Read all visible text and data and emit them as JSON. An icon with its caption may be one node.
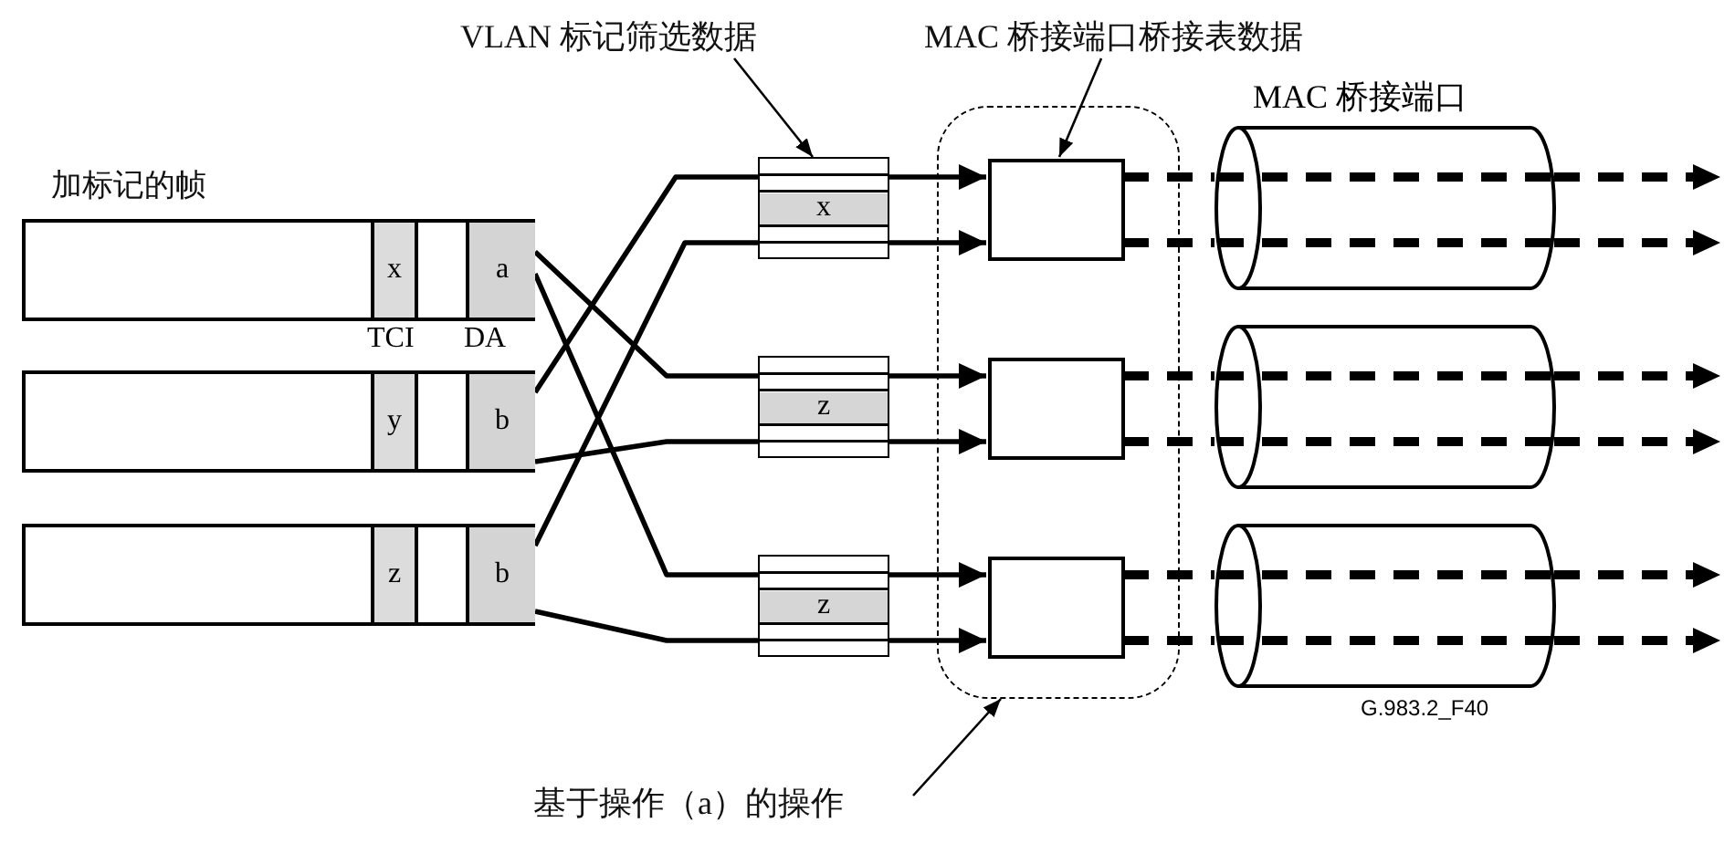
{
  "diagram": {
    "nodes": [
      {
        "text": [
          "加标记的帧"
        ]
      },
      {
        "text": [
          "x",
          "a"
        ],
        "in": 0
      },
      {
        "text": [
          "y",
          "b"
        ],
        "in": 0
      },
      {
        "text": [
          "z",
          "b"
        ],
        "in": 0
      },
      {
        "text": [
          "VLAN 标记筛选数据"
        ]
      },
      {
        "text": [
          "x"
        ]
      },
      {
        "text": [
          "z"
        ]
      },
      {
        "text": [
          "z"
        ]
      },
      {
        "text": [
          "MAC 桥接端口桥接表数据"
        ]
      },
      {
        "text": [],
        "shape": "box"
      },
      {
        "text": [],
        "shape": "box",
        "in": 9
      },
      {
        "text": [],
        "shape": "box",
        "in": 9
      },
      {
        "text": [],
        "shape": "box",
        "in": 9
      },
      {
        "text": [],
        "shape": "cylinder"
      },
      {
        "text": [],
        "shape": "cylinder"
      },
      {
        "text": [],
        "shape": "cylinder"
      },
      {
        "text": [
          "基于操作（a）的操作"
        ]
      }
    ],
    "edges": [
      {
        "from": 2,
        "to": 5,
        "arrow": "none"
      },
      {
        "from": 3,
        "to": 5,
        "arrow": "none"
      },
      {
        "from": 1,
        "to": 6,
        "arrow": "none"
      },
      {
        "from": 2,
        "to": 6,
        "arrow": "none"
      },
      {
        "from": 1,
        "to": 7,
        "arrow": "none"
      },
      {
        "from": 3,
        "to": 7,
        "arrow": "none"
      },
      {
        "from": 5,
        "to": 10,
        "arrow": "to"
      },
      {
        "from": 5,
        "to": 10,
        "arrow": "to"
      },
      {
        "from": 6,
        "to": 11,
        "arrow": "to"
      },
      {
        "from": 6,
        "to": 11,
        "arrow": "to"
      },
      {
        "from": 7,
        "to": 12,
        "arrow": "to"
      },
      {
        "from": 7,
        "to": 12,
        "arrow": "to"
      },
      {
        "from": 10,
        "to": 13,
        "arrow": "none",
        "style": "dashed"
      },
      {
        "from": 10,
        "to": 13,
        "arrow": "none",
        "style": "dashed"
      },
      {
        "from": 11,
        "to": 14,
        "arrow": "none",
        "style": "dashed"
      },
      {
        "from": 11,
        "to": 14,
        "arrow": "none",
        "style": "dashed"
      },
      {
        "from": 12,
        "to": 15,
        "arrow": "none",
        "style": "dashed"
      },
      {
        "from": 12,
        "to": 15,
        "arrow": "none",
        "style": "dashed"
      },
      {
        "from": 13,
        "to": null,
        "arrow": "to",
        "style": "dashed"
      },
      {
        "from": 13,
        "to": null,
        "arrow": "to",
        "style": "dashed"
      },
      {
        "from": 14,
        "to": null,
        "arrow": "to",
        "style": "dashed"
      },
      {
        "from": 14,
        "to": null,
        "arrow": "to",
        "style": "dashed"
      },
      {
        "from": 15,
        "to": null,
        "arrow": "to",
        "style": "dashed"
      },
      {
        "from": 15,
        "to": null,
        "arrow": "to",
        "style": "dashed"
      },
      {
        "from": 4,
        "to": 5,
        "arrow": "to"
      },
      {
        "from": 8,
        "to": 10,
        "arrow": "to"
      },
      {
        "from": 16,
        "to": 9,
        "arrow": "to"
      }
    ],
    "labels": [
      "MAC 桥接端口",
      "TCI",
      "DA",
      "G.983.2_F40"
    ]
  }
}
